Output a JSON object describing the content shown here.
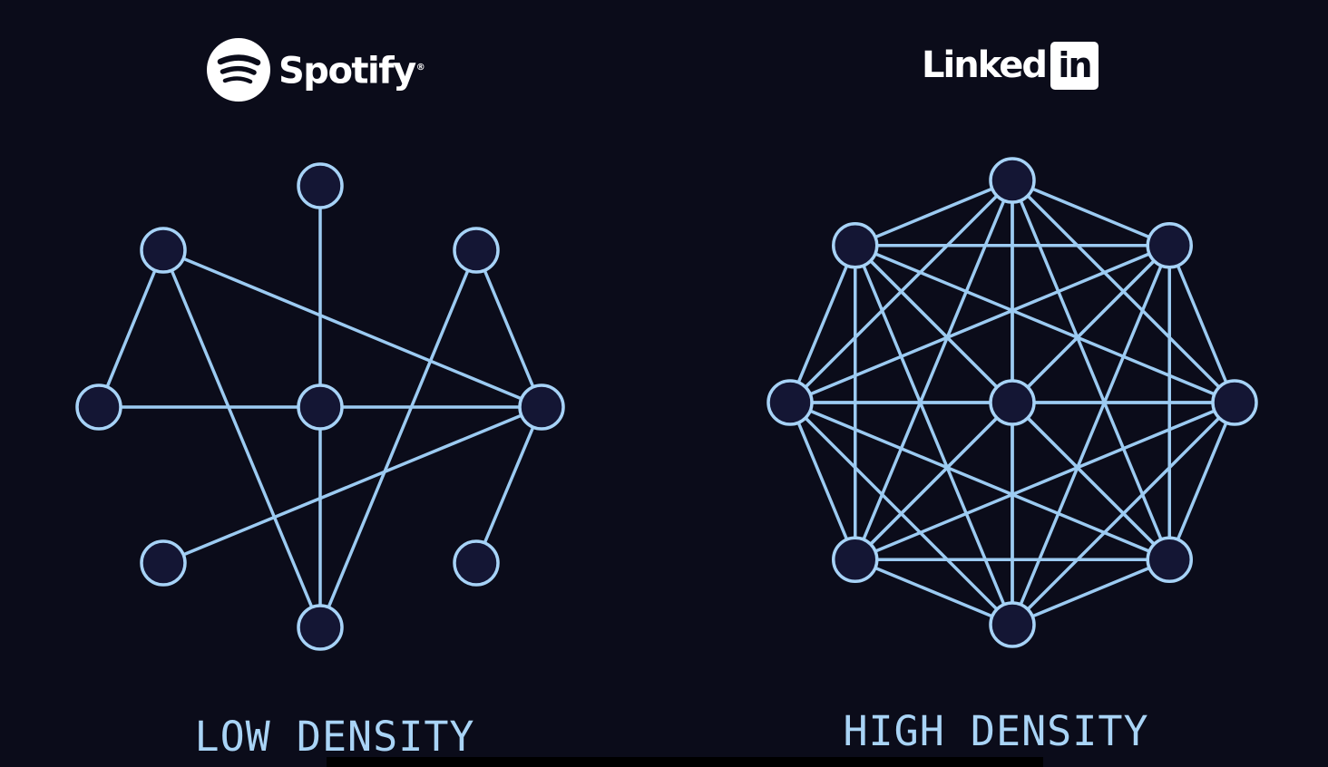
{
  "left": {
    "brand": {
      "name": "Spotify",
      "registered": "®",
      "icon": "spotify-icon"
    },
    "caption": "LOW DENSITY"
  },
  "right": {
    "brand": {
      "name": "Linked",
      "badge": "in",
      "icon": "linkedin-icon"
    },
    "caption": "HIGH DENSITY"
  },
  "colors": {
    "background": "#0b0c1a",
    "edge": "#9ccbf2",
    "node_fill": "#141634",
    "node_stroke": "#a7d3f7",
    "caption": "#a9d4f6",
    "logo": "#ffffff"
  }
}
